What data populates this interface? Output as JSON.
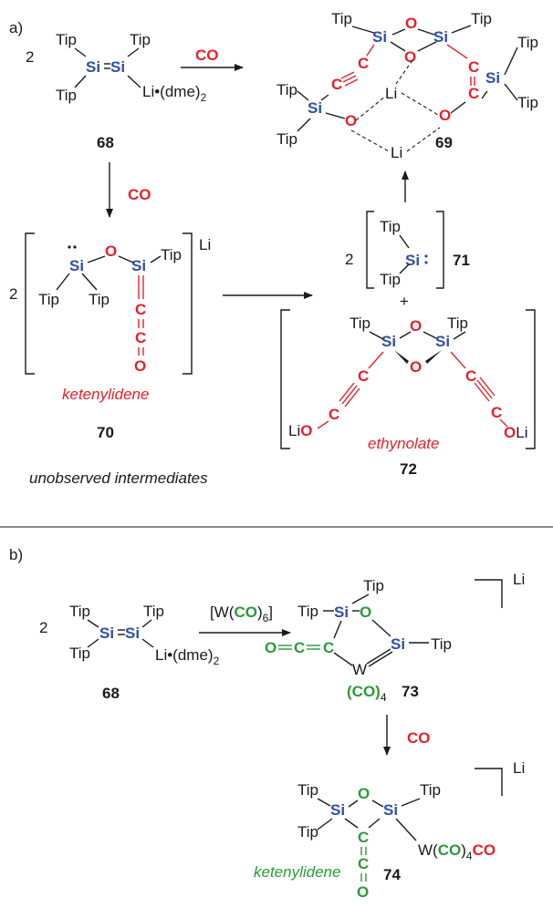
{
  "panel_a": {
    "label": "a)",
    "coef_68": "2",
    "num_68": "68",
    "co_top": "CO",
    "co_down": "CO",
    "num_69": "69",
    "num_70": "70",
    "coef_70": "2",
    "li_70": "Li",
    "ketenylidene": "ketenylidene",
    "coef_71": "2",
    "num_71": "71",
    "plus": "+",
    "ethynolate": "ethynolate",
    "num_72": "72",
    "unobserved": "unobserved intermediates"
  },
  "panel_b": {
    "label": "b)",
    "coef_68": "2",
    "num_68": "68",
    "reagent": "[W(CO)6]",
    "num_73": "73",
    "li_73": "Li",
    "co_down": "CO",
    "num_74": "74",
    "li_74": "Li",
    "ketenylidene": "ketenylidene"
  },
  "atoms": {
    "tip": "Tip",
    "si": "Si",
    "o": "O",
    "c": "C",
    "li": "Li",
    "w": "W",
    "li_dme": "Li•(dme)",
    "dme_sub": "2",
    "co4": "(CO)",
    "co4_sub": "4",
    "w_co4": "W(",
    "co_grn": "CO",
    "co_tail": ")",
    "co_red": "CO",
    "lio": "Li",
    "oli": "Li"
  },
  "colors": {
    "si": "#2e4fa8",
    "oxygen_carbon": "#e8202a",
    "carbonyl": "#2a9a3a",
    "bond": "#1a1a1a"
  }
}
